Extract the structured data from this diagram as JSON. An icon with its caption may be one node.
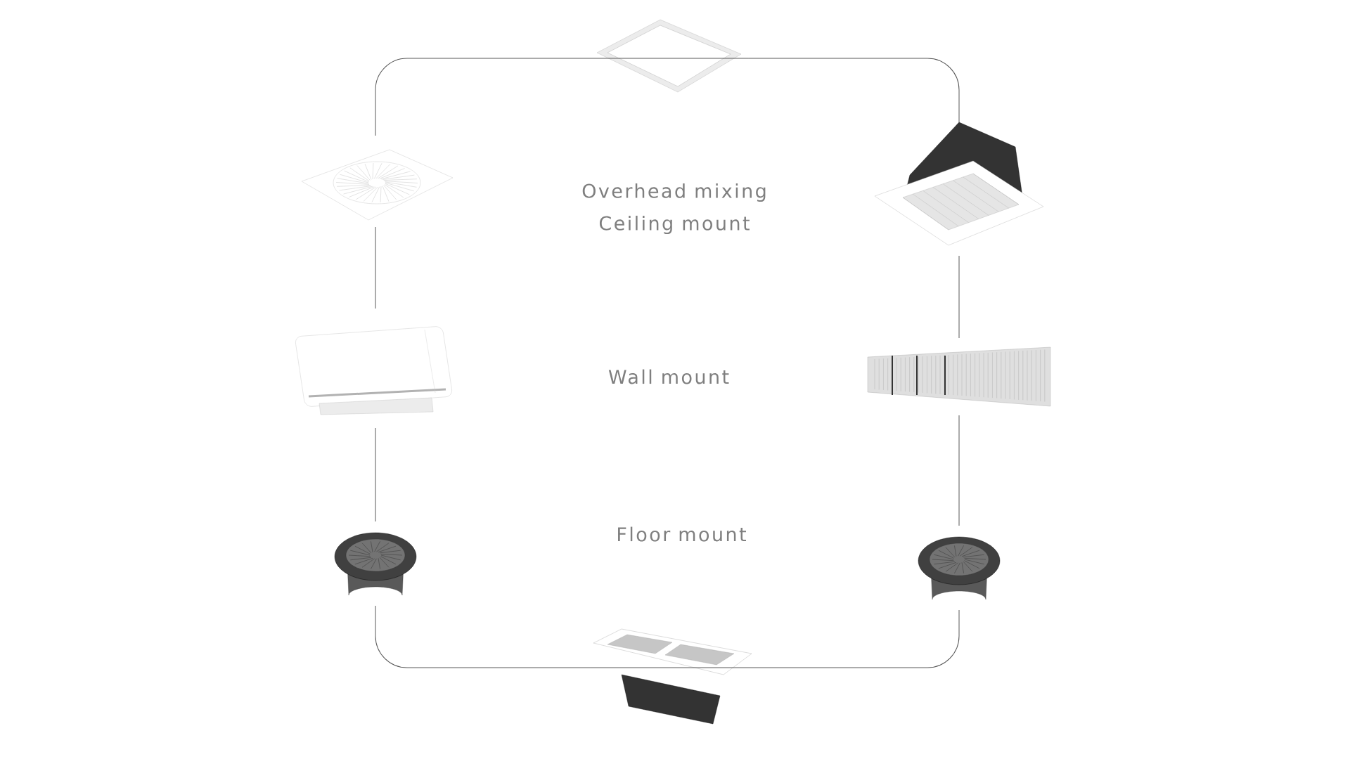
{
  "diagram": {
    "nodes": [
      {
        "text": [],
        "shape": "picture"
      },
      {
        "text": [],
        "shape": "picture"
      },
      {
        "text": [],
        "shape": "picture"
      },
      {
        "text": [],
        "shape": "picture"
      },
      {
        "text": [],
        "shape": "picture"
      },
      {
        "text": [],
        "shape": "picture"
      },
      {
        "text": [],
        "shape": "picture"
      },
      {
        "text": [],
        "shape": "picture"
      }
    ],
    "edges": [
      {
        "from": 0,
        "to": 1,
        "arrow": "none"
      },
      {
        "from": 1,
        "to": 2,
        "arrow": "none"
      },
      {
        "from": 2,
        "to": 3,
        "arrow": "none"
      },
      {
        "from": 3,
        "to": 4,
        "arrow": "none"
      },
      {
        "from": 4,
        "to": 5,
        "arrow": "none"
      },
      {
        "from": 5,
        "to": 6,
        "arrow": "none"
      },
      {
        "from": 6,
        "to": 7,
        "arrow": "none"
      },
      {
        "from": 7,
        "to": 0,
        "arrow": "none"
      }
    ],
    "labels": [
      "Overhead mixing",
      "Ceiling mount",
      "Wall mount",
      "Floor mount"
    ]
  }
}
